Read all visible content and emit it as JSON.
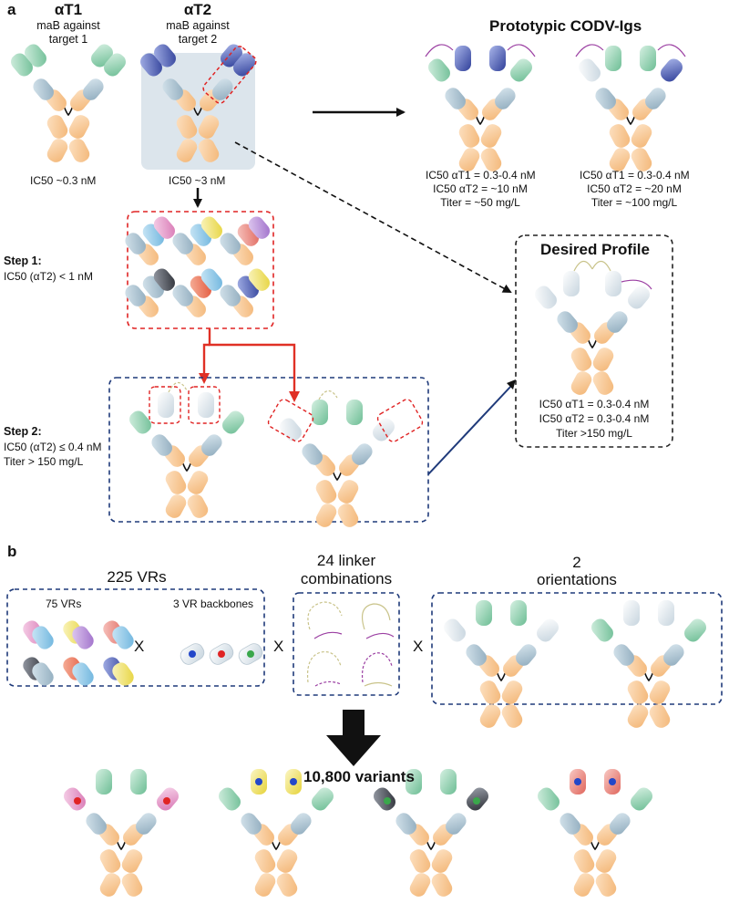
{
  "panel_a": {
    "letter": "a",
    "at1_name": "αT1",
    "at1_sub1": "maB against",
    "at1_sub2": "target 1",
    "at1_ic50": "IC50 ~0.3 nM",
    "at2_name": "αT2",
    "at2_sub1": "maB against",
    "at2_sub2": "target 2",
    "at2_ic50": "IC50 ~3 nM",
    "prototypic_title": "Prototypic CODV-Igs",
    "proto1": [
      "IC50 αT1 = 0.3-0.4 nM",
      "IC50 αT2 = ~10 nM",
      "Titer = ~50 mg/L"
    ],
    "proto2": [
      "IC50 αT1 = 0.3-0.4 nM",
      "IC50 αT2 = ~20 nM",
      "Titer = ~100 mg/L"
    ],
    "step1_title": "Step 1:",
    "step1_sub": "IC50 (αT2)  < 1 nM",
    "step2_title": "Step 2:",
    "step2_sub1": "IC50 (αT2) ≤ 0.4 nM",
    "step2_sub2": "Titer > 150 mg/L",
    "desired_title": "Desired Profile",
    "desired": [
      "IC50 αT1 = 0.3-0.4 nM",
      "IC50 αT2 = 0.3-0.4 nM",
      "Titer >150 mg/L"
    ]
  },
  "panel_b": {
    "letter": "b",
    "vrs_count": "225 VRs",
    "vrs_75": "75 VRs",
    "backbones": "3 VR backbones",
    "linker_line1": "24 linker",
    "linker_line2": "combinations",
    "orient_line1": "2",
    "orient_line2": "orientations",
    "times": "X",
    "variants": "10,800 variants"
  },
  "colors": {
    "green": "#7ec9a3",
    "blue": "#4b5fb5",
    "grey_blue": "#a9c3d3",
    "orange": "#f7c48e",
    "red_dash": "#e02424",
    "navy_dash": "#1f3a7a",
    "black_dash": "#222222",
    "pink": "#e48fc7",
    "yellow": "#f2e45c",
    "purple": "#b487d8",
    "dark": "#3c3f48",
    "red_arrow": "#e03025",
    "light_panel": "#dce5ec",
    "linker_purple": "#9b3fa2",
    "linker_olive": "#c9c38a"
  },
  "icons": [
    "antibody-icon",
    "variable-region-icon",
    "backbone-icon",
    "linker-icon",
    "arrow-icon"
  ]
}
